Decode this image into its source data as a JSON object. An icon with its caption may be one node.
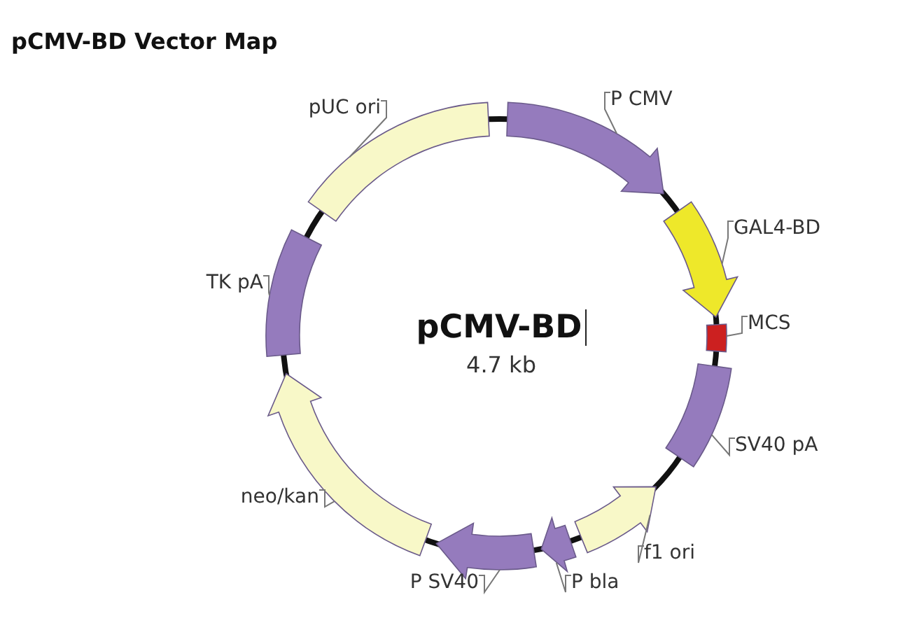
{
  "diagram": {
    "title": "pCMV-BD Vector Map",
    "nodes": [
      {
        "text": [],
        "shape": "arrow"
      },
      {
        "text": [
          "P CMV"
        ]
      },
      {
        "text": [],
        "shape": "arrow"
      },
      {
        "text": [
          "GAL4-BD"
        ]
      },
      {
        "text": [],
        "shape": "box"
      },
      {
        "text": [
          "MCS"
        ]
      },
      {
        "text": [],
        "shape": "box"
      },
      {
        "text": [
          "SV40 pA"
        ]
      },
      {
        "text": [],
        "shape": "arrow"
      },
      {
        "text": [
          "f1 ori"
        ]
      },
      {
        "text": [],
        "shape": "arrow"
      },
      {
        "text": [
          "P bla"
        ]
      },
      {
        "text": [],
        "shape": "arrow"
      },
      {
        "text": [
          "P SV40"
        ]
      },
      {
        "text": [],
        "shape": "arrow"
      },
      {
        "text": [
          "neo/kan"
        ]
      },
      {
        "text": [],
        "shape": "box"
      },
      {
        "text": [
          "TK pA"
        ]
      },
      {
        "text": [],
        "shape": "box"
      },
      {
        "text": [
          "pUC ori"
        ]
      }
    ],
    "edges": [
      {
        "from": 1,
        "to": 0,
        "arrow": "none"
      },
      {
        "from": 3,
        "to": 2,
        "arrow": "none"
      },
      {
        "from": 5,
        "to": 4,
        "arrow": "none"
      },
      {
        "from": 7,
        "to": 6,
        "arrow": "none"
      },
      {
        "from": 9,
        "to": 8,
        "arrow": "none"
      },
      {
        "from": 11,
        "to": 10,
        "arrow": "none"
      },
      {
        "from": 13,
        "to": 12,
        "arrow": "none"
      },
      {
        "from": 15,
        "to": 14,
        "arrow": "none"
      },
      {
        "from": 17,
        "to": 16,
        "arrow": "none"
      },
      {
        "from": 19,
        "to": 18,
        "arrow": "none"
      }
    ],
    "labels": [
      "pCMV-BD",
      "4.7 kb"
    ]
  }
}
